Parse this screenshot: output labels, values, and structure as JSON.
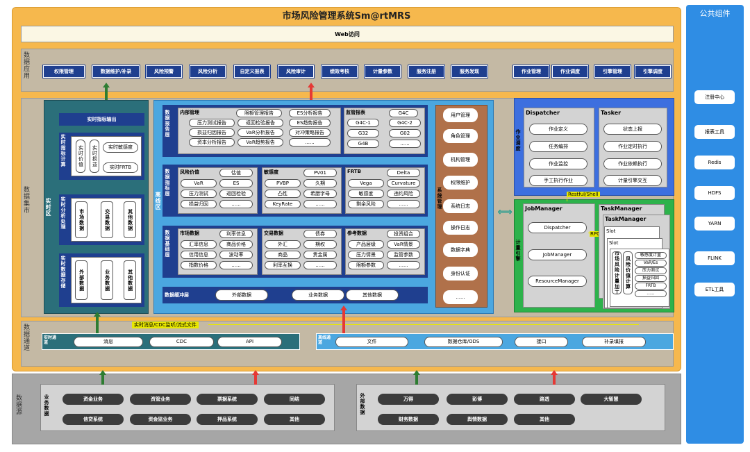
{
  "title": "市场风险管理系统Sm@rtMRS",
  "web_access": "Web访问",
  "public_components": {
    "title": "公共组件",
    "items": [
      "注册中心",
      "报表工具",
      "Redis",
      "HDFS",
      "YARN",
      "FLINK",
      "ETL工具"
    ]
  },
  "layers": {
    "data_app": "数据应用",
    "data_mart": "数据集市",
    "data_channel": "数据通道",
    "data_source": "数据源"
  },
  "app_nav": [
    "权限管理",
    "数据维护/补录",
    "风险预警",
    "风险分析",
    "自定义报表",
    "风险审计",
    "绩效考核",
    "计量参数",
    "服务注册",
    "服务发现"
  ],
  "app_nav_right": [
    "作业管理",
    "作业调度",
    "引擎管理",
    "引擎调度"
  ],
  "realtime": {
    "zone": "实时区",
    "output": "实时指标输出",
    "calc_label": "实时指标计算",
    "calc_items": [
      "实时价值",
      "实时损益"
    ],
    "calc_right": [
      "实时敏感度",
      "实时FRTB"
    ],
    "analysis_label": "实时分析处理",
    "analysis_items": [
      "市场数据",
      "交易数据",
      "其他数据"
    ],
    "storage_label": "实时数据存储",
    "storage_items": [
      "外部数据",
      "业务数据",
      "其他数据"
    ]
  },
  "mart": {
    "zone": "离线区",
    "report_layer": "数据报告层",
    "internal": {
      "title": "内部管理",
      "items": [
        "限额管理报告",
        "ES分析报告",
        "压力测试报告",
        "返回检验报告",
        "ES趋势报告",
        "损益归因报告",
        "VaR分析报告",
        "对冲策略报告",
        "资本分析报告",
        "VaR趋势报告",
        "......"
      ]
    },
    "regulatory": {
      "title": "监管报表",
      "items": [
        "G4C",
        "G4C-1",
        "G4C-2",
        "G32",
        "G02",
        "G4B",
        "......"
      ]
    },
    "indicator_layer": "数据指标层",
    "risk_value": {
      "title": "风险价值",
      "items": [
        "估值",
        "VaR",
        "ES",
        "压力测试",
        "返回检验",
        "损益归因",
        "......"
      ]
    },
    "sensitivity": {
      "title": "敏感度",
      "items": [
        "PV01",
        "PVBP",
        "久期",
        "凸性",
        "希腊字母",
        "KeyRate",
        "......"
      ]
    },
    "frtb": {
      "title": "FRTB",
      "items": [
        "Delta",
        "Vega",
        "Curvature",
        "敏感度",
        "违约风险",
        "剩余风险",
        "......"
      ]
    },
    "base_layer": "数据基础层",
    "market": {
      "title": "市场数据",
      "items": [
        "利率信息",
        "汇率信息",
        "商品价格",
        "信用信息",
        "波动率",
        "指数价格",
        "......"
      ]
    },
    "trade": {
      "title": "交易数据",
      "items": [
        "债券",
        "外汇",
        "期权",
        "商品",
        "贵金属",
        "利率互换",
        "......"
      ]
    },
    "reference": {
      "title": "参考数据",
      "items": [
        "投资组合",
        "产品层级",
        "VaR情景",
        "压力情景",
        "监管参数",
        "限额参数",
        "......"
      ]
    },
    "buffer": {
      "title": "数据缓冲层",
      "items": [
        "外部数据",
        "业务数据",
        "其他数据"
      ]
    }
  },
  "system_mgmt": {
    "title": "系统管理",
    "items": [
      "用户管理",
      "角色管理",
      "机构管理",
      "权限维护",
      "系统日志",
      "操作日志",
      "数据字典",
      "身份认证",
      "......"
    ]
  },
  "scheduler": {
    "label": "作业调度",
    "dispatcher": {
      "title": "Dispatcher",
      "items": [
        "作业定义",
        "任务编排",
        "作业监控",
        "手工执行作业"
      ]
    },
    "tasker": {
      "title": "Tasker",
      "items": [
        "状态上报",
        "作业定时执行",
        "作业依赖执行",
        "计量引擎交互"
      ]
    },
    "link": "Restful/Shell"
  },
  "engine": {
    "label": "计量引擎",
    "jobmanager": {
      "title": "JobManager",
      "items": [
        "Dispatcher",
        "JobManager",
        "ResourceManager"
      ]
    },
    "taskmanager_outer": "TaskManager",
    "taskmanager_inner": "TaskManager",
    "slots": [
      "Slot",
      "Slot"
    ],
    "rpc": "RPC",
    "calc_label": "市场风险计量加工",
    "calc_items": [
      "敏感度计量",
      "VaR/Es",
      "压力测试",
      "损益归因",
      "FRTB",
      "......"
    ]
  },
  "channel": {
    "note": "实时消息/CDC监听/流式文件",
    "realtime_label": "实时通道",
    "realtime_items": [
      "消息",
      "CDC",
      "API"
    ],
    "offline_label": "离线通道",
    "offline_items": [
      "文件",
      "数据仓库/ODS",
      "接口",
      "补录填报"
    ]
  },
  "source": {
    "business_label": "业务数据",
    "business_items": [
      "资金业务",
      "资管业务",
      "票据系统",
      "同结",
      "信贷系统",
      "资金监业务",
      "押品系统",
      "其他"
    ],
    "external_label": "外部数据",
    "external_items": [
      "万得",
      "彭博",
      "路透",
      "大智慧",
      "财务数据",
      "舆情数据",
      "其他"
    ]
  }
}
